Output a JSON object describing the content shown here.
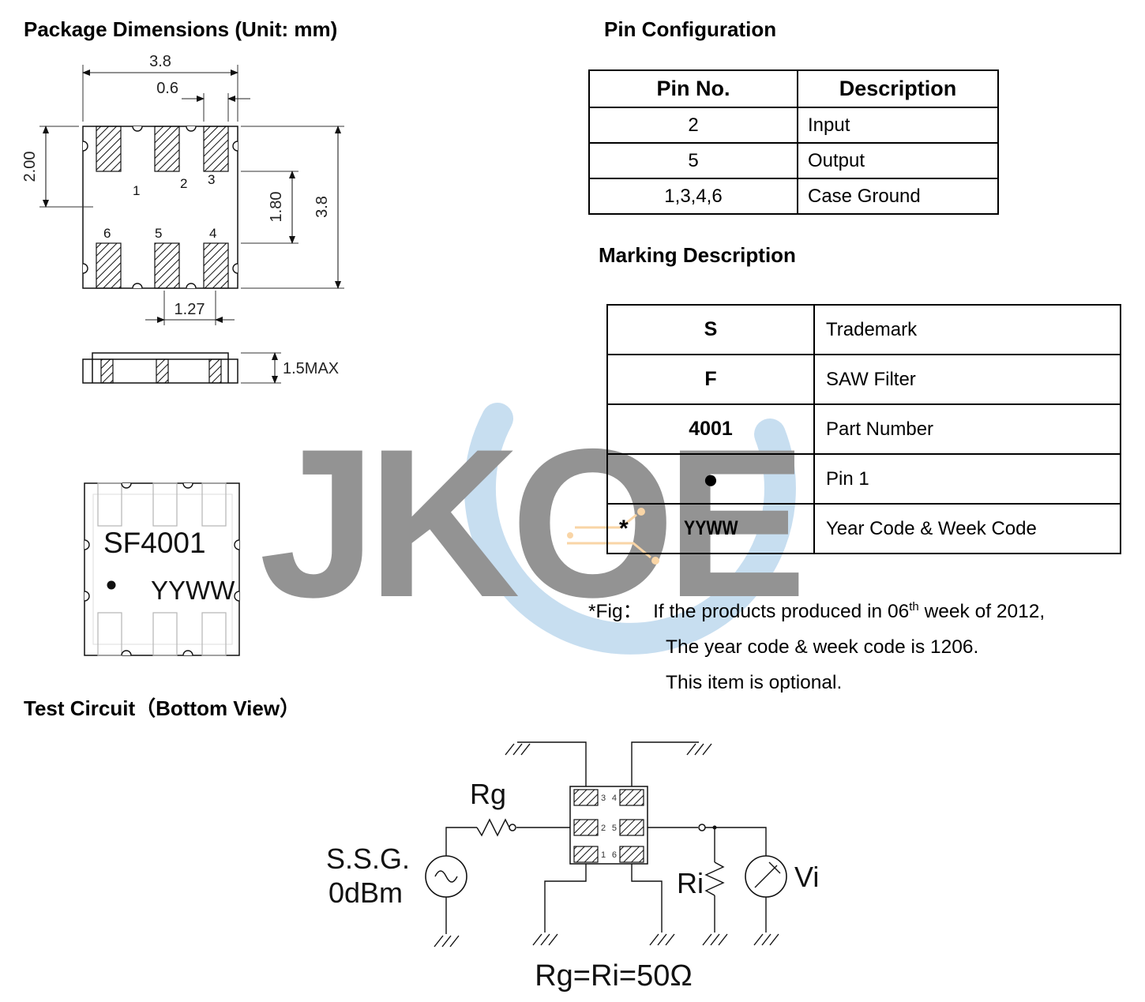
{
  "watermark": {
    "text": "JKOE"
  },
  "sections": {
    "package_dimensions_title": "Package Dimensions (Unit: mm)",
    "pin_configuration_title": "Pin Configuration",
    "marking_description_title": "Marking Description",
    "test_circuit_title": "Test Circuit（Bottom View）"
  },
  "package_dimensions": {
    "dims": {
      "body_width": "3.8",
      "pad_width": "0.6",
      "pad_height_left": "2.00",
      "inner_gap": "1.80",
      "body_height": "3.8",
      "pad_pitch": "1.27",
      "profile_height": "1.5MAX"
    },
    "pins_top": [
      "1",
      "2",
      "3"
    ],
    "pins_bottom": [
      "6",
      "5",
      "4"
    ],
    "marking_text": {
      "part": "SF4001",
      "date_code": "YYWW"
    }
  },
  "pin_configuration": {
    "headers": [
      "Pin No.",
      "Description"
    ],
    "rows": [
      [
        "2",
        "Input"
      ],
      [
        "5",
        "Output"
      ],
      [
        "1,3,4,6",
        "Case Ground"
      ]
    ]
  },
  "marking_description": {
    "rows": [
      {
        "mark": "S",
        "desc": "Trademark"
      },
      {
        "mark": "F",
        "desc": "SAW Filter"
      },
      {
        "mark": "4001",
        "desc": "Part Number"
      },
      {
        "mark": "●",
        "desc": "Pin 1"
      },
      {
        "mark": "YYWW",
        "desc": "Year Code & Week Code",
        "prefix": "*"
      }
    ]
  },
  "footnote": {
    "label": "*Fig：",
    "line1_pre": "If the products produced in 06",
    "line1_sup": "th",
    "line1_post": " week of 2012,",
    "line2": "The year code & week code is 1206.",
    "line3": "This item is optional."
  },
  "test_circuit": {
    "labels": {
      "rg": "Rg",
      "source_name": "S.S.G.",
      "source_level": "0dBm",
      "ri": "Ri",
      "vi": "Vi",
      "equation": "Rg=Ri=50Ω"
    },
    "pins": [
      "3",
      "4",
      "2",
      "5",
      "1",
      "6"
    ]
  }
}
